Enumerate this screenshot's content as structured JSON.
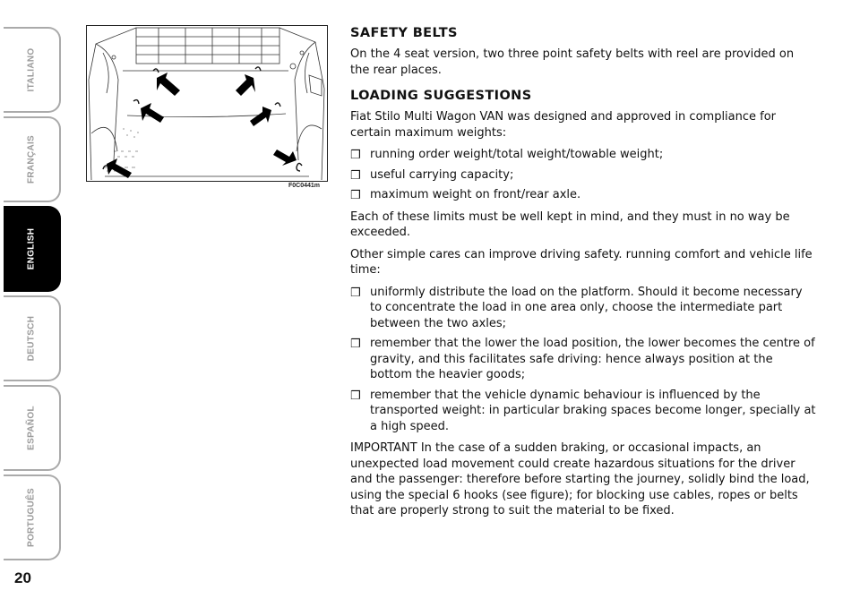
{
  "sidebar": {
    "tabs": [
      {
        "label": "ITALIANO",
        "active": false
      },
      {
        "label": "FRANÇAIS",
        "active": false
      },
      {
        "label": "ENGLISH",
        "active": true
      },
      {
        "label": "DEUTSCH",
        "active": false
      },
      {
        "label": "ESPAÑOL",
        "active": false
      },
      {
        "label": "PORTUGUÊS",
        "active": false
      }
    ]
  },
  "page_number": "20",
  "figure": {
    "code": "F0C0441m",
    "icon": "cargo-area-hooks-illustration"
  },
  "sections": {
    "safety_belts": {
      "heading": "SAFETY BELTS",
      "text": "On the 4 seat version, two three point safety belts with reel are provided on the rear places."
    },
    "loading": {
      "heading": "LOADING SUGGESTIONS",
      "intro": "Fiat Stilo Multi Wagon VAN was designed and approved in compliance for certain maximum weights:",
      "weights": [
        "running order weight/total weight/towable weight;",
        "useful carrying capacity;",
        "maximum weight on front/rear axle."
      ],
      "limits": "Each of these limits must be well kept in mind, and they must in no way be exceeded.",
      "cares_intro": "Other simple cares can improve driving safety. running comfort and vehicle life time:",
      "cares": [
        "uniformly distribute the load on the platform. Should it become necessary to concentrate the load in one area only, choose the intermediate part between the two axles;",
        "remember that the lower the load position, the lower becomes the centre of gravity, and this facilitates safe driving: hence always position at the bottom the heavier goods;",
        "remember that the vehicle dynamic behaviour is influenced by the transported weight: in particular braking spaces become longer, specially at a high speed."
      ],
      "important": "IMPORTANT In the case of a sudden braking, or occasional impacts, an unexpected load movement could create hazardous situations for the driver and the passenger: therefore before starting the journey, solidly bind the load, using the special 6 hooks (see figure); for blocking use cables, ropes or belts that are properly strong to suit the material to be fixed."
    }
  },
  "bullet_glyph": "❒"
}
